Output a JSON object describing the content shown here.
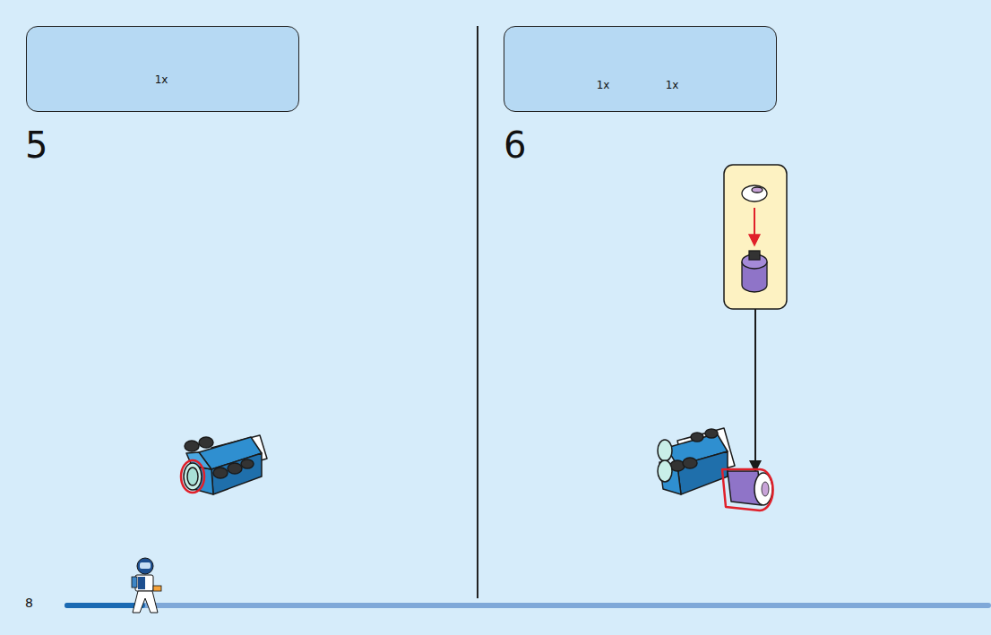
{
  "diagram": {
    "nodes": [
      {
        "text": [
          "1x"
        ]
      },
      {
        "text": [
          "1x",
          "1x"
        ]
      }
    ],
    "labels": [
      "5",
      "6",
      "8"
    ]
  }
}
